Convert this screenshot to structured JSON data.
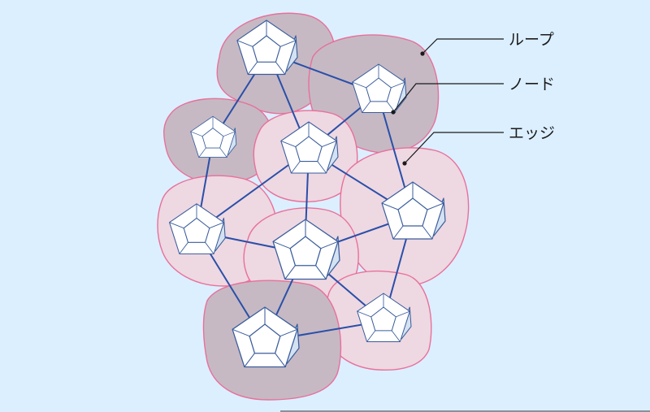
{
  "labels": {
    "loop": "ループ",
    "node": "ノード",
    "edge": "エッジ"
  },
  "colors": {
    "background": "#dcefff",
    "loop_dark": "#c6b9c4",
    "loop_light": "#eed8e2",
    "region_border": "#e8709a",
    "edge": "#2a4fa8",
    "crystal_outline": "#3a5d9c"
  },
  "icons": {
    "node_shape": "pentagonal-dodecahedron-crystal"
  }
}
